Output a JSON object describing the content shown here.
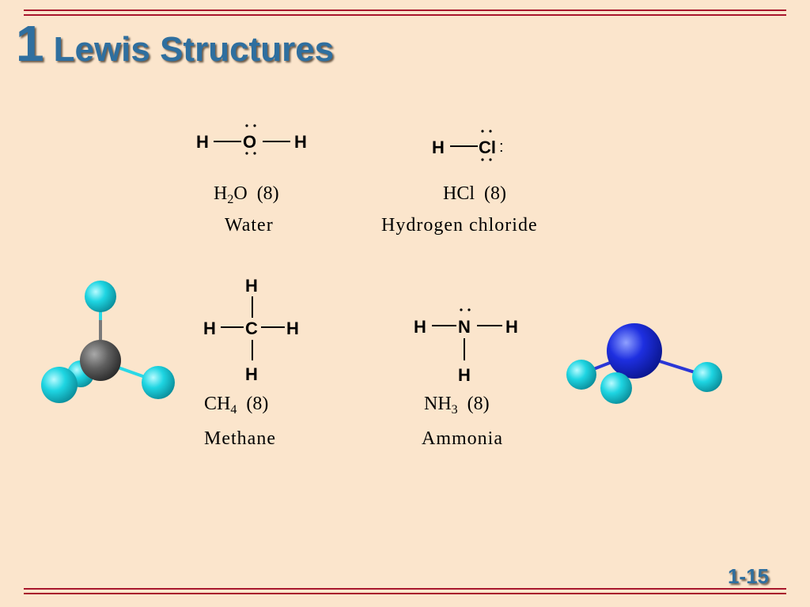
{
  "title": {
    "number": "1",
    "text": "Lewis Structures"
  },
  "molecules": {
    "water": {
      "atoms": {
        "left": "H",
        "center": "O",
        "right": "H"
      },
      "formula": {
        "element1": "H",
        "subscript1": "2",
        "element2": "O",
        "count": "(8)"
      },
      "name": "Water"
    },
    "hcl": {
      "atoms": {
        "left": "H",
        "center": "Cl",
        "colon": ":"
      },
      "formula": {
        "element1": "HCl",
        "count": "(8)"
      },
      "name": "Hydrogen chloride"
    },
    "methane": {
      "atoms": {
        "top": "H",
        "left": "H",
        "center": "C",
        "right": "H",
        "bottom": "H"
      },
      "formula": {
        "element1": "CH",
        "subscript1": "4",
        "count": "(8)"
      },
      "name": "Methane"
    },
    "ammonia": {
      "atoms": {
        "left": "H",
        "center": "N",
        "right": "H",
        "bottom": "H"
      },
      "formula": {
        "element1": "NH",
        "subscript1": "3",
        "count": "(8)"
      },
      "name": "Ammonia"
    }
  },
  "models": {
    "methane": {
      "center_color": "#5f5f5f",
      "atom_color": "#1ed5e2",
      "bond_color": "#2ad8e6"
    },
    "ammonia": {
      "center_color": "#1e2fe0",
      "atom_color": "#1ed5e2",
      "bond_color": "#2b37d6"
    }
  },
  "page_number": "1-15",
  "colors": {
    "background": "#fbe5cc",
    "accent": "#2f6f9f",
    "rule": "#a8162c"
  }
}
